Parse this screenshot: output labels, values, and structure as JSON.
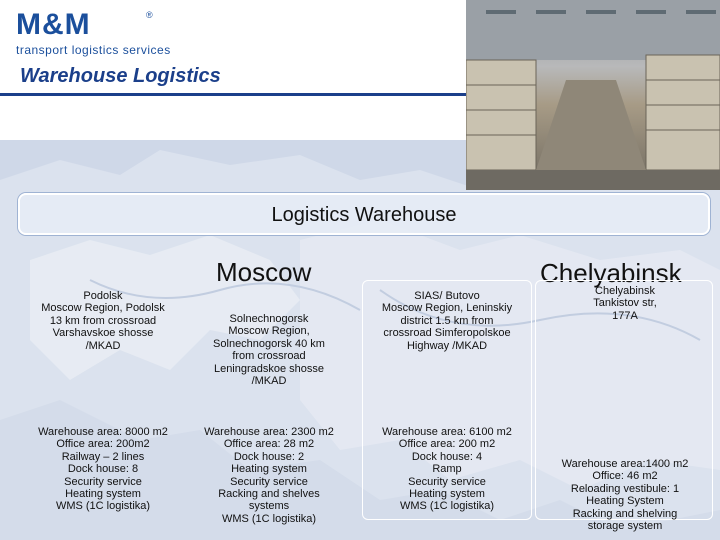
{
  "header": {
    "logo_text": "M&M",
    "logo_tagline": "transport logistics services",
    "page_title": "Warehouse Logistics"
  },
  "banner": {
    "label": "Logistics Warehouse"
  },
  "cities": {
    "moscow": "Moscow",
    "chelyabinsk": "Chelyabinsk"
  },
  "warehouses": [
    {
      "name": "Podolsk",
      "address": [
        "Moscow Region, Podolsk",
        "13 km from crossroad",
        "Varshavskoe shosse",
        "/MKAD"
      ],
      "specs": [
        "Warehouse area: 8000 m2",
        "Office area: 200m2",
        "Railway – 2 lines",
        "Dock house: 8",
        "Security service",
        "Heating system",
        "WMS (1C logistika)"
      ]
    },
    {
      "name": "Solnechnogorsk",
      "address": [
        "Moscow Region,",
        "Solnechnogorsk 40 km",
        "from crossroad",
        "Leningradskoe shosse",
        "/MKAD"
      ],
      "specs": [
        "Warehouse area: 2300 m2",
        "Office area: 28 m2",
        "Dock house: 2",
        "Heating system",
        "Security service",
        "Racking and shelves",
        "systems",
        "WMS (1C logistika)"
      ]
    },
    {
      "name": "SIAS/ Butovo",
      "address": [
        "Moscow Region, Leninskiy",
        "district 1.5 km from",
        "crossroad Simferopolskoe",
        "Highway /MKAD"
      ],
      "specs": [
        "Warehouse area: 6100 m2",
        "Office area: 200 m2",
        "Dock house: 4",
        "Ramp",
        "Security service",
        "Heating system",
        "WMS (1C logistika)"
      ]
    },
    {
      "name": "Chelyabinsk",
      "address": [
        "Tankistov str,",
        "177A"
      ],
      "specs": [
        "Warehouse area:1400 m2",
        "Office: 46 m2",
        "Reloading vestibule: 1",
        "Heating System",
        "Racking and shelving",
        "storage system"
      ]
    }
  ]
}
